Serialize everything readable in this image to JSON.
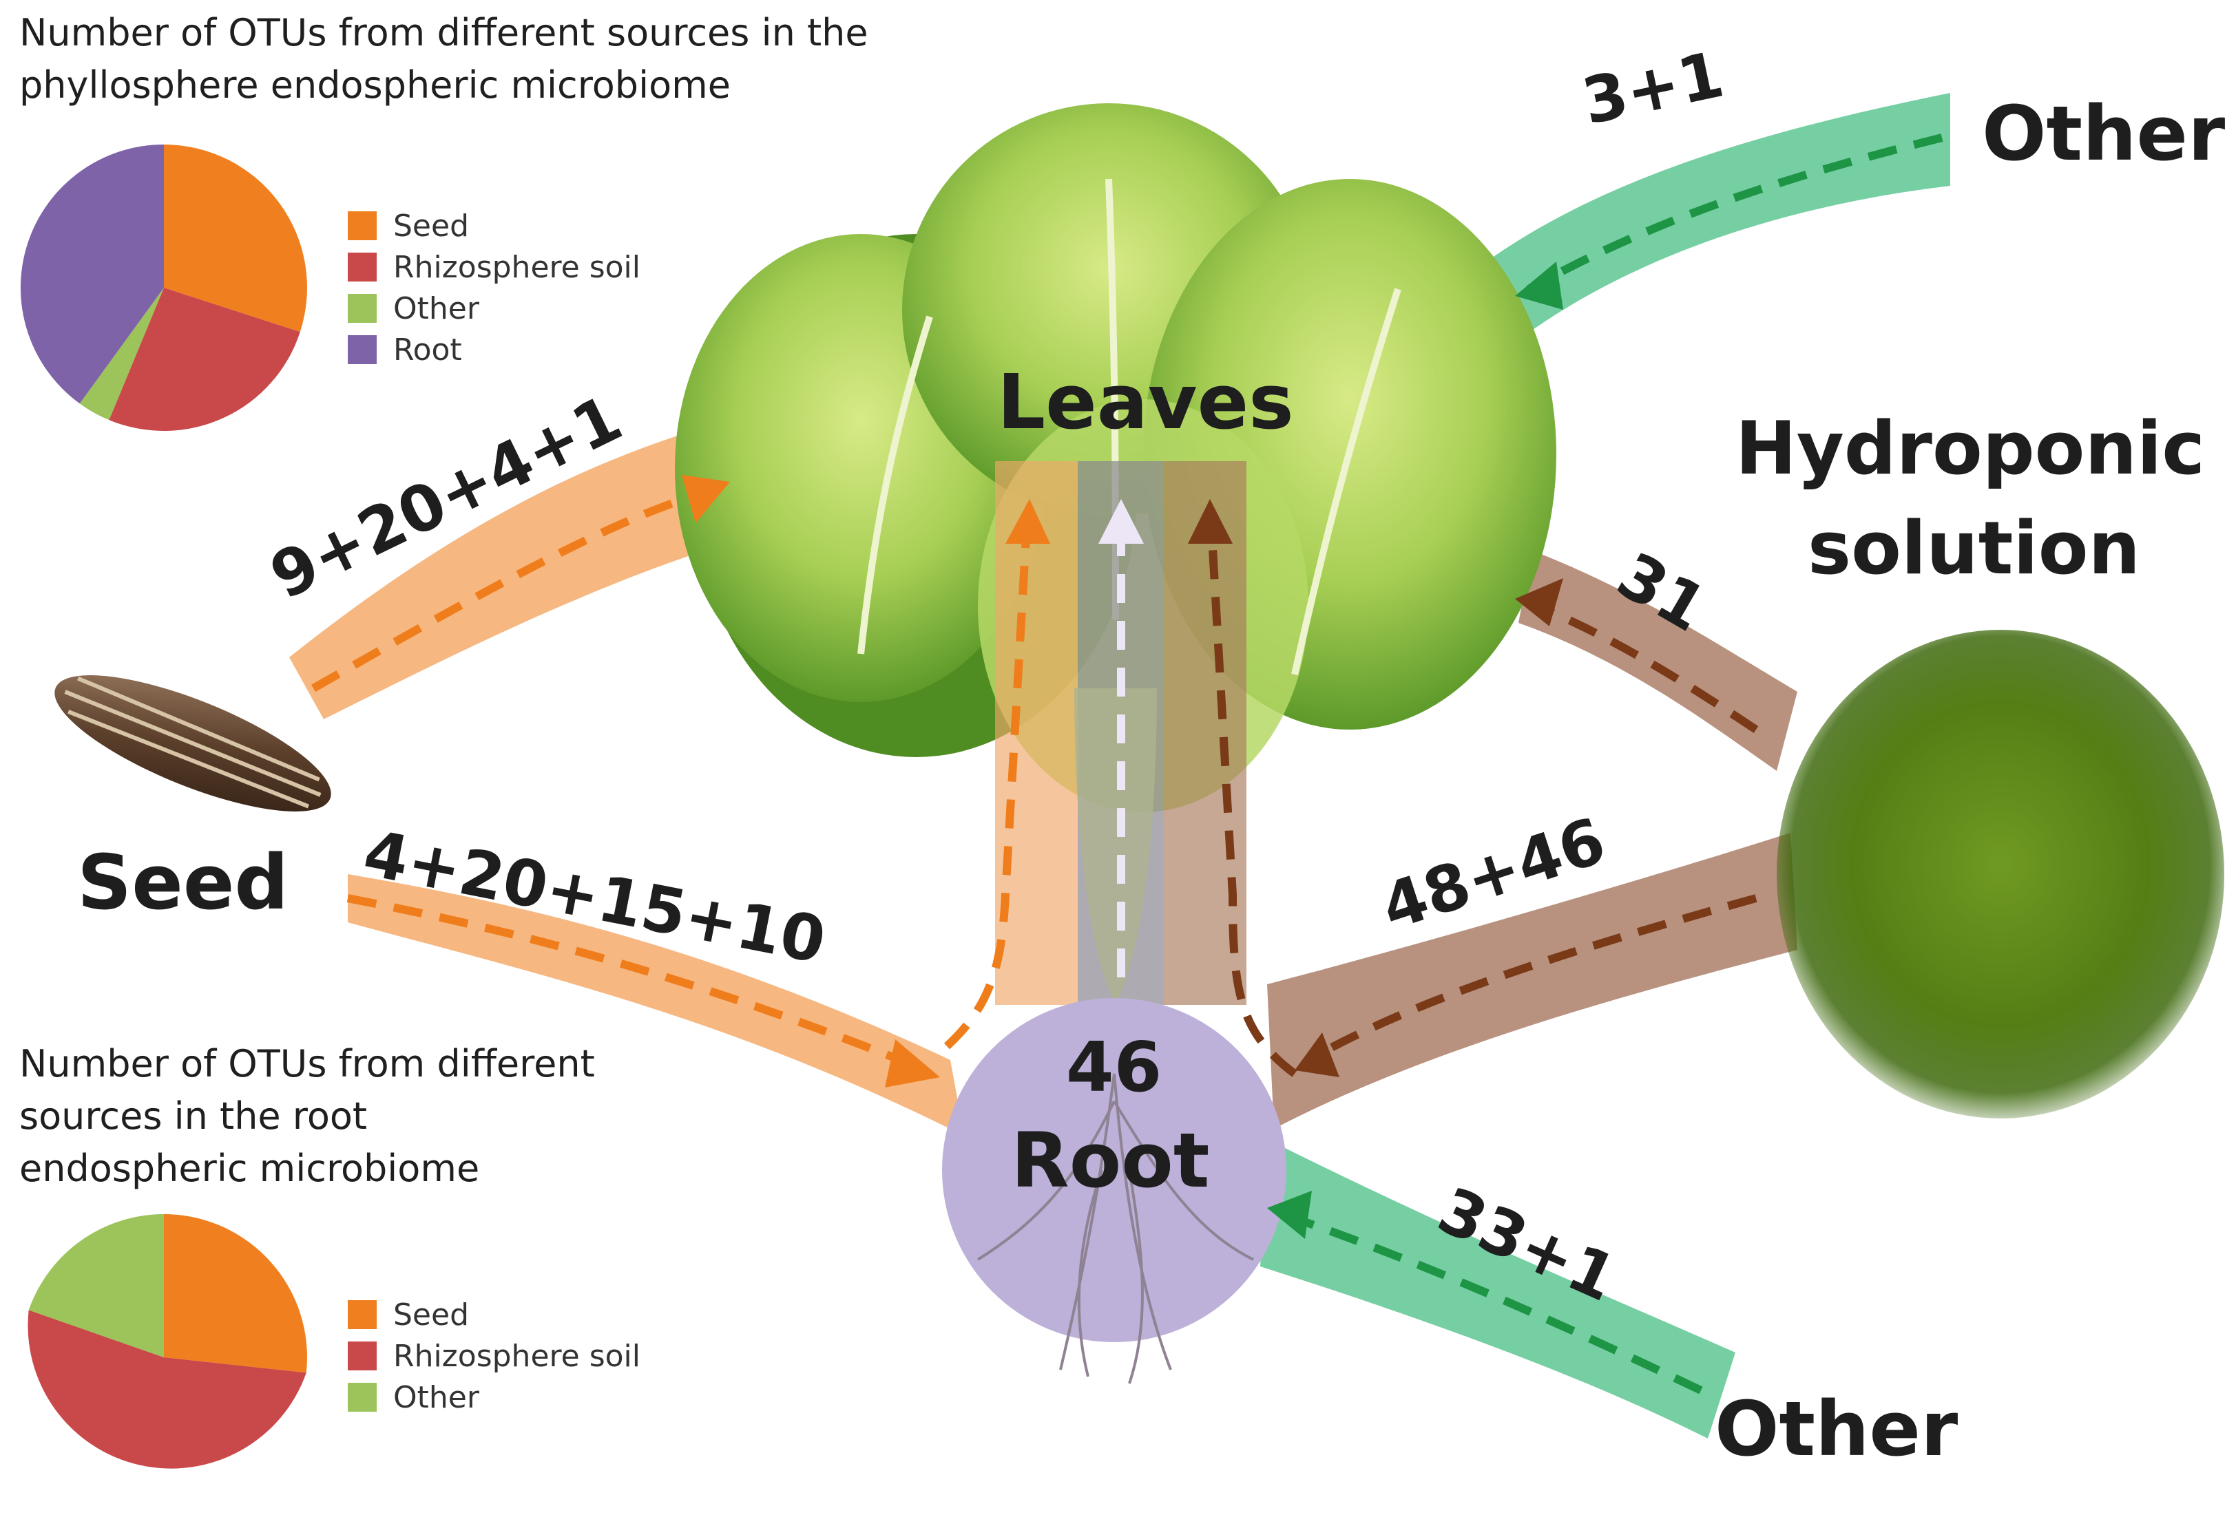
{
  "phyllosphere_panel": {
    "title_line1": "Number of OTUs from different sources in the",
    "title_line2": "phyllosphere endospheric microbiome",
    "legend": [
      {
        "label": "Seed",
        "color": "#f0801f"
      },
      {
        "label": "Rhizosphere soil",
        "color": "#c9484a"
      },
      {
        "label": "Other",
        "color": "#9cc45a"
      },
      {
        "label": "Root",
        "color": "#7f63a8"
      }
    ]
  },
  "root_panel": {
    "title_line1": "Number of OTUs from different",
    "title_line2": "sources in the root",
    "title_line3": "endospheric microbiome",
    "legend": [
      {
        "label": "Seed",
        "color": "#f0801f"
      },
      {
        "label": "Rhizosphere soil",
        "color": "#c9484a"
      },
      {
        "label": "Other",
        "color": "#9cc45a"
      }
    ]
  },
  "chart_data": [
    {
      "type": "pie",
      "title": "Number of OTUs from different sources in the phyllosphere endospheric microbiome",
      "categories": [
        "Seed",
        "Rhizosphere soil",
        "Other",
        "Root"
      ],
      "values": [
        29,
        27,
        4,
        40
      ],
      "unit": "% (estimated)"
    },
    {
      "type": "pie",
      "title": "Number of OTUs from different sources in the root endospheric microbiome",
      "categories": [
        "Seed",
        "Rhizosphere soil",
        "Other"
      ],
      "values": [
        27,
        54,
        19
      ],
      "unit": "% (estimated)"
    }
  ],
  "nodes": {
    "leaves": "Leaves",
    "root_count": "46",
    "root": "Root",
    "seed": "Seed",
    "hydroponic_line1": "Hydroponic",
    "hydroponic_line2": "solution",
    "other_top": "Other",
    "other_bottom": "Other"
  },
  "flows": {
    "other_to_leaves": "3+1",
    "seed_to_leaves": "9+20+4+1",
    "hydro_to_leaves": "31",
    "seed_to_root": "4+20+15+10",
    "hydro_to_root": "48+46",
    "other_to_root": "33+1"
  },
  "colors": {
    "seed_flow": "#f6b781",
    "seed_arrow": "#ef7d1c",
    "hydro_flow": "#b8927f",
    "hydro_arrow": "#7a3a17",
    "other_flow": "#75cfa3",
    "other_arrow": "#1e9445",
    "root_circle": "#bdb0d9",
    "root_arrow": "#ece6f7",
    "solution_green": "#5c8a1c"
  }
}
